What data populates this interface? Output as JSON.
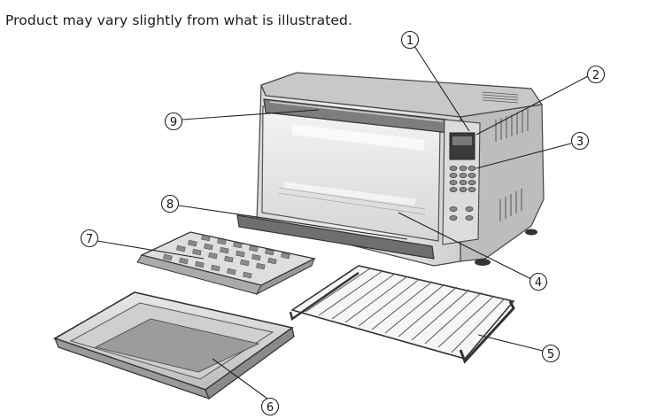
{
  "caption": "Product may vary slightly from what is illustrated.",
  "callouts": [
    {
      "id": "1",
      "label": "1"
    },
    {
      "id": "2",
      "label": "2"
    },
    {
      "id": "3",
      "label": "3"
    },
    {
      "id": "4",
      "label": "4"
    },
    {
      "id": "5",
      "label": "5"
    },
    {
      "id": "6",
      "label": "6"
    },
    {
      "id": "7",
      "label": "7"
    },
    {
      "id": "8",
      "label": "8"
    },
    {
      "id": "9",
      "label": "9"
    }
  ]
}
